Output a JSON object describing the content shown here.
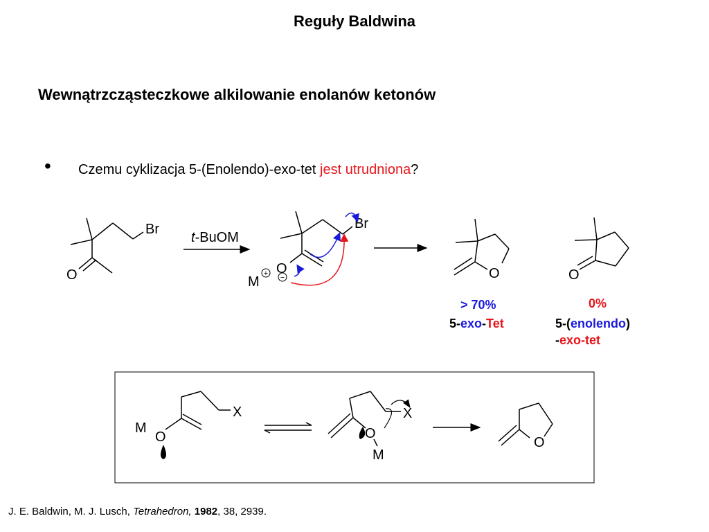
{
  "header": {
    "title": "Reguły Baldwina"
  },
  "subtitle": "Wewnątrzcząsteczkowe alkilowanie enolanów ketonów",
  "bullet": {
    "marker": "•",
    "text_plain": "Czemu cyklizacja 5-(Enolendo)-exo-tet ",
    "text_highlight": "jest utrudniona",
    "text_end": "?"
  },
  "scheme": {
    "labels": {
      "br": "Br",
      "o": "O",
      "x": "X",
      "m": "M",
      "plus": "+",
      "minus": "−",
      "reagent_italic": "t",
      "reagent_rest": "-BuOM"
    },
    "product_exo": {
      "yield": "> 70%",
      "name_prefix": "5-",
      "name_mid": "exo",
      "name_dash": "-",
      "name_end": "Tet"
    },
    "product_enolendo": {
      "yield": "0%",
      "line1_prefix": "5-(",
      "line1_mid": "enolendo",
      "line1_end": ")",
      "line2_dash": "-",
      "line2_rest": "exo-tet"
    }
  },
  "citation": {
    "authors": "J. E. Baldwin, M. J. Lusch, ",
    "journal": "Tetrahedron,",
    "year": "1982",
    "rest": ", 38, 2939."
  },
  "colors": {
    "red": "#e8141a",
    "blue": "#1a1adc"
  }
}
